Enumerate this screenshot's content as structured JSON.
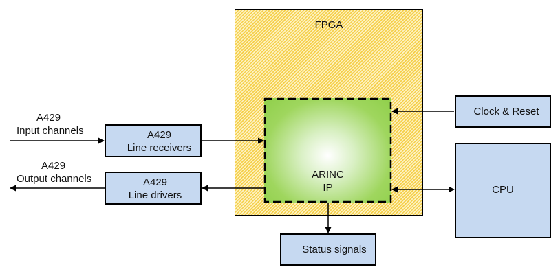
{
  "diagram": {
    "fpga": {
      "label": "FPGA"
    },
    "ip_core": {
      "line1": "ARINC",
      "line2": "IP"
    },
    "line_receivers": {
      "line1": "A429",
      "line2": "Line receivers"
    },
    "line_drivers": {
      "line1": "A429",
      "line2": "Line drivers"
    },
    "clock_reset": {
      "label": "Clock & Reset"
    },
    "cpu": {
      "label": "CPU"
    },
    "status_signals": {
      "label": "Status signals"
    },
    "input_channels": {
      "line1": "A429",
      "line2": "Input channels"
    },
    "output_channels": {
      "line1": "A429",
      "line2": "Output channels"
    },
    "colors": {
      "block_fill": "#c6d9f1",
      "fpga_hatch_dark": "#f5cf4a",
      "fpga_hatch_light": "#fdf2c2",
      "ip_fill": "#8fcf4a"
    }
  }
}
